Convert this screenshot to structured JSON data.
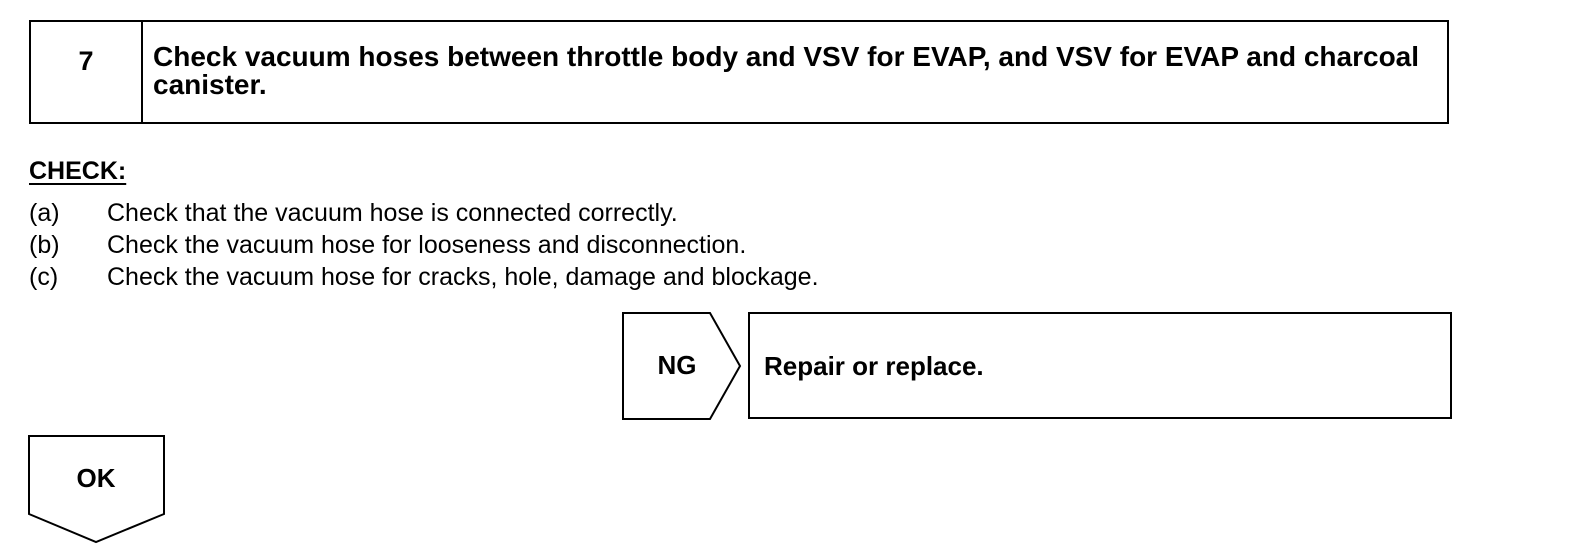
{
  "step": {
    "number": "7",
    "title": "Check vacuum hoses between throttle body and VSV for EVAP, and VSV for EVAP and charcoal canister."
  },
  "check": {
    "heading": "CHECK:",
    "items": [
      {
        "marker": "(a)",
        "text": "Check that the vacuum hose is connected correctly."
      },
      {
        "marker": "(b)",
        "text": "Check the vacuum hose for looseness and disconnection."
      },
      {
        "marker": "(c)",
        "text": "Check the vacuum hose for cracks, hole, damage and blockage."
      }
    ]
  },
  "ng_branch": {
    "label": "NG",
    "action": "Repair or replace."
  },
  "ok_branch": {
    "label": "OK"
  }
}
